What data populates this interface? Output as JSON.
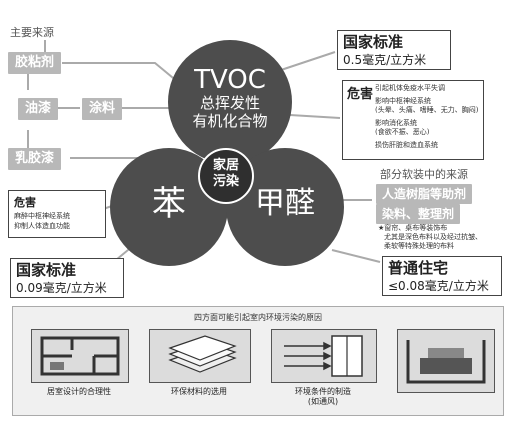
{
  "main_sources_label": "主要来源",
  "sources": {
    "adhesive": "胶粘剂",
    "paint_oil": "油漆",
    "coating": "涂料",
    "latex": "乳胶漆"
  },
  "circles": {
    "tvoc": {
      "title": "TVOC",
      "line1": "总挥发性",
      "line2": "有机化合物"
    },
    "benzene": "苯",
    "formaldehyde": "甲醛",
    "center_line1": "家居",
    "center_line2": "污染"
  },
  "tvoc_standard": {
    "title": "国家标准",
    "value": "0.5毫克/立方米"
  },
  "tvoc_hazard": {
    "title": "危害",
    "items": [
      "引起机体免疫水平失调",
      "影响中枢神经系统",
      "(头晕、头痛、嗜睡、无力、胸闷)",
      "影响消化系统",
      "(食欲不振、恶心)",
      "损伤肝脏和造血系统"
    ]
  },
  "benzene_hazard": {
    "title": "危害",
    "items": [
      "麻醉中枢神经系统",
      "抑制人体造血功能"
    ]
  },
  "benzene_standard": {
    "title": "国家标准",
    "value": "0.09毫克/立方米"
  },
  "soft_sources": {
    "title": "部分软装中的来源",
    "tag1": "人造树脂等助剂",
    "tag2": "染料、整理剂",
    "note1": "★窗帘、桌布等装饰布",
    "note2": "尤其是深色布料以及经过抗皱、",
    "note3": "柔软等特殊处理的布料"
  },
  "formaldehyde_standard": {
    "title": "普通住宅",
    "value": "≤0.08毫克/立方米"
  },
  "bottom": {
    "title": "四方面可能引起室内环境污染的原因",
    "cap1": "居室设计的合理性",
    "cap2": "环保材料的选用",
    "cap3a": "环境条件的制造",
    "cap3b": "(如通风)"
  }
}
